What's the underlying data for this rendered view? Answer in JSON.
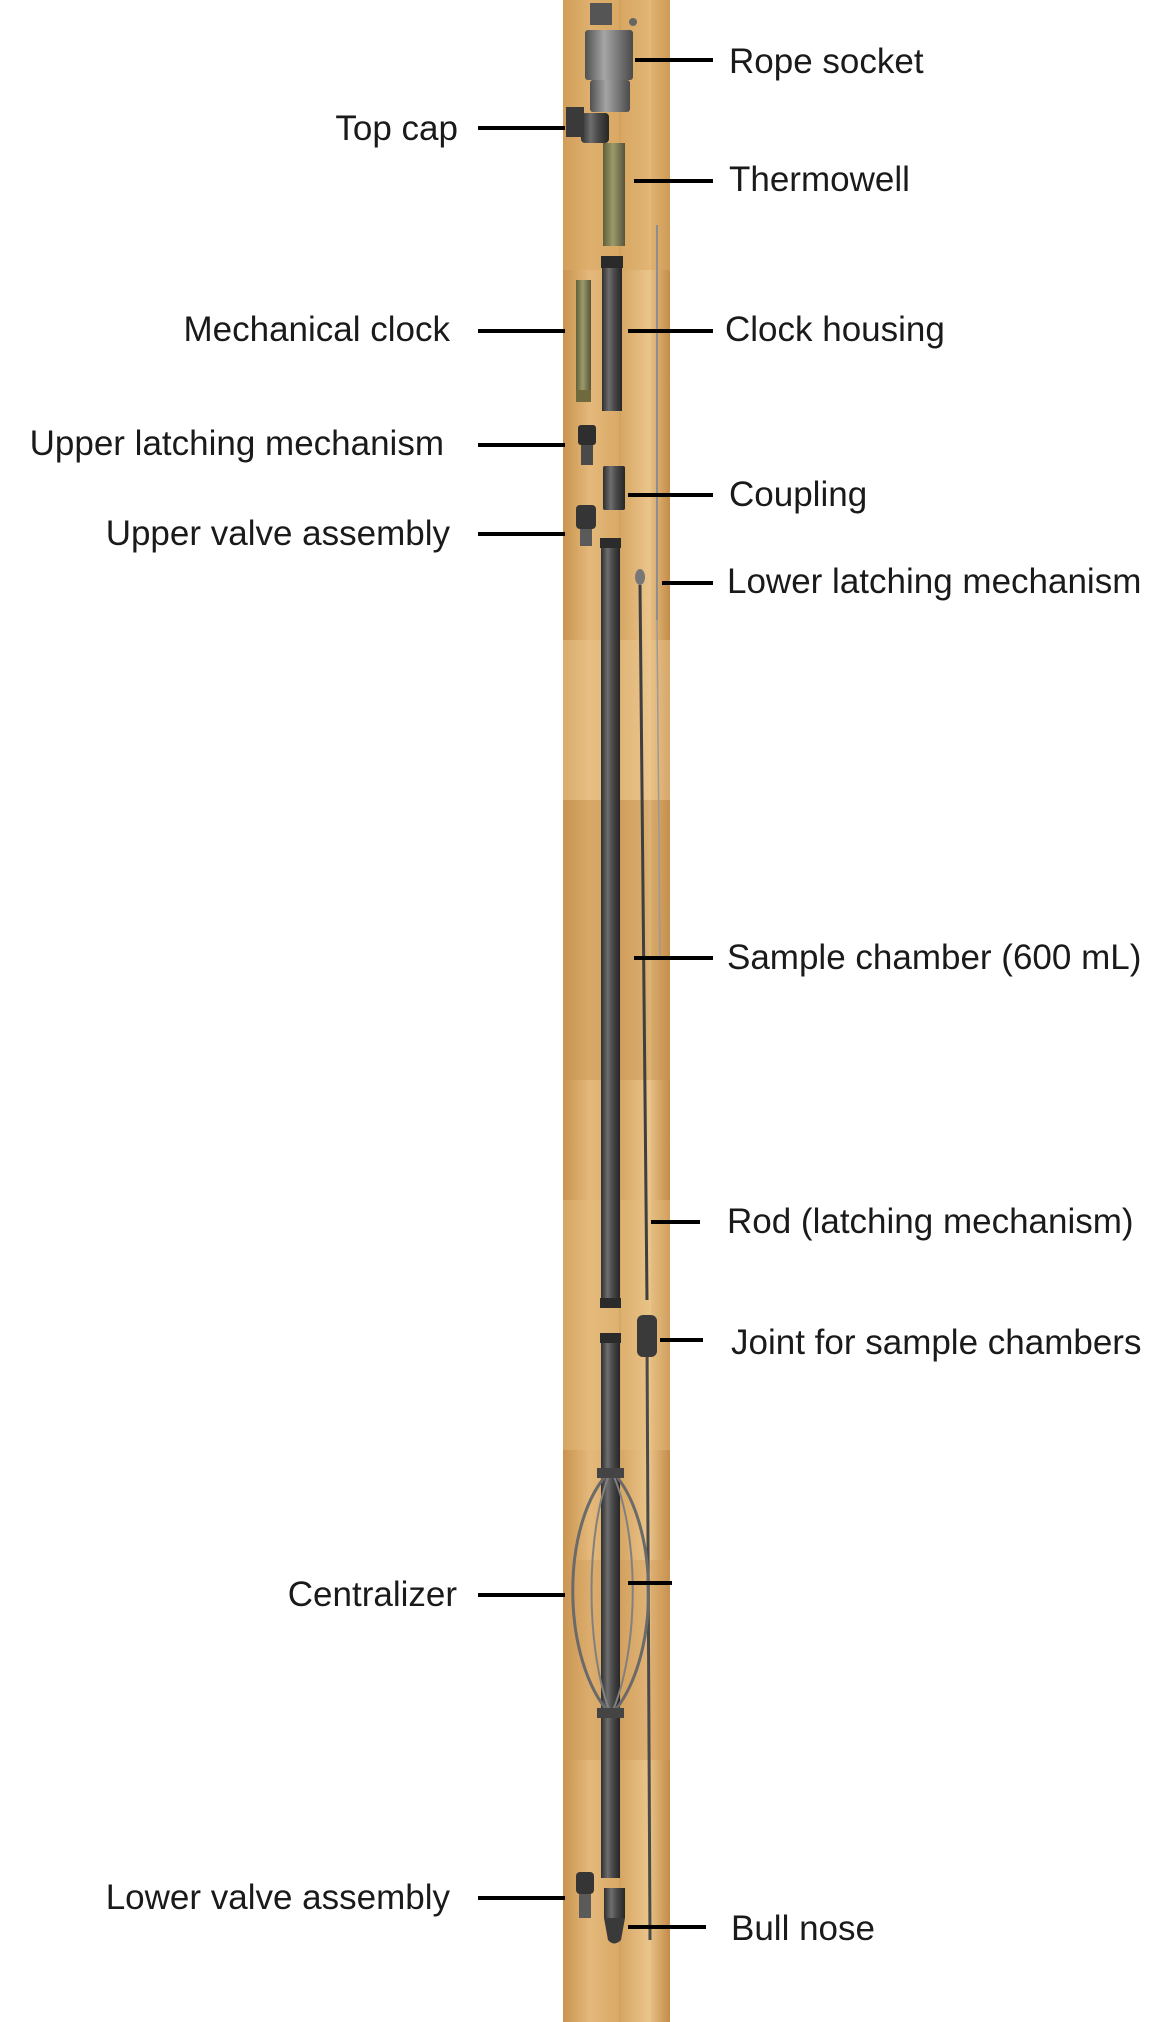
{
  "figure": {
    "colors": {
      "wood_light": "#e2b575",
      "wood_mid": "#d19e58",
      "wood_dark": "#b98443",
      "metal_dark": "#3b3b3b",
      "metal_mid": "#5d5d5d",
      "metal_light": "#8a8a8a",
      "brass": "#8a8a5a",
      "leader": "#000000",
      "text": "#1a1a1a"
    },
    "labels": {
      "rope_socket": "Rope socket",
      "top_cap": "Top cap",
      "thermowell": "Thermowell",
      "mechanical_clock": "Mechanical clock",
      "clock_housing": "Clock housing",
      "upper_latching_mechanism": "Upper latching mechanism",
      "coupling": "Coupling",
      "upper_valve_assembly": "Upper valve assembly",
      "lower_latching_mechanism": "Lower latching mechanism",
      "sample_chamber": "Sample chamber (600 mL)",
      "rod": "Rod (latching mechanism)",
      "joint": "Joint for sample chambers",
      "centralizer": "Centralizer",
      "lower_valve_assembly": "Lower valve assembly",
      "bull_nose": "Bull nose"
    }
  }
}
